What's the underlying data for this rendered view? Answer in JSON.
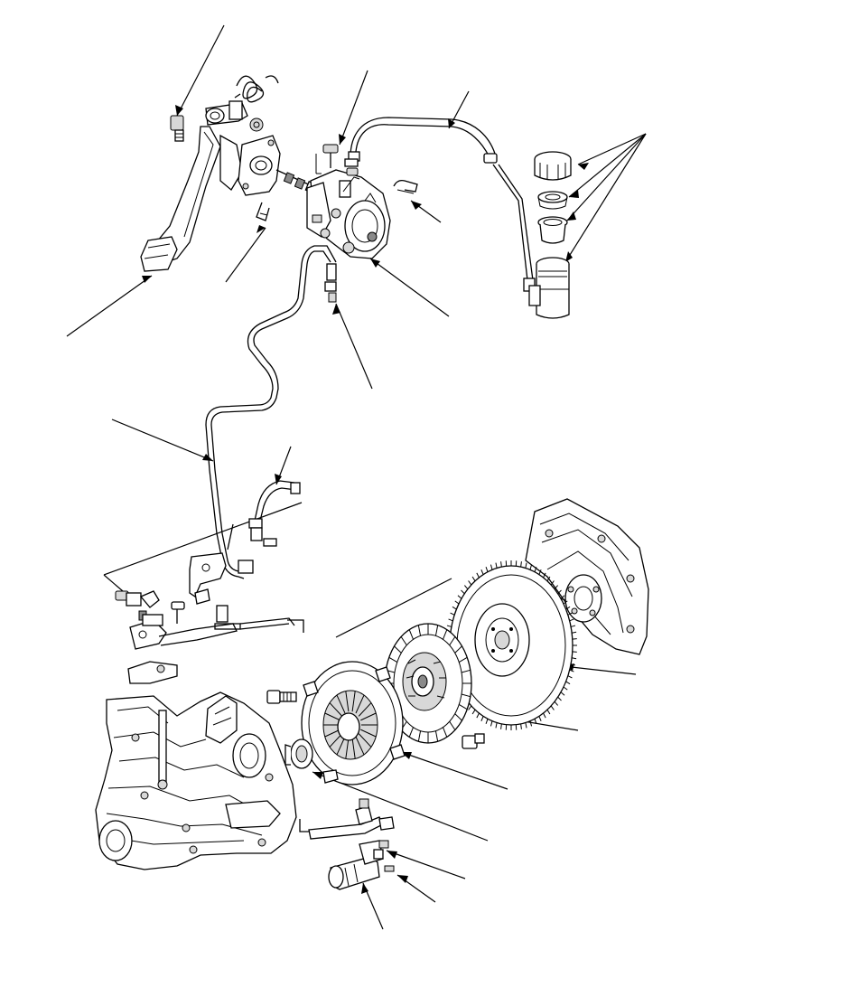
{
  "figure": {
    "type": "exploded-parts-diagram",
    "labels": [],
    "callout_count": 19
  },
  "parts": [
    "pedal-spring",
    "pedal-switch",
    "clutch-pedal",
    "pedal-bracket",
    "pedal-pad",
    "clip",
    "master-cylinder",
    "master-cylinder-pushrod",
    "reservoir-hose",
    "reservoir-cap",
    "reservoir-strainer",
    "reservoir-seal",
    "reservoir-tank",
    "clutch-line",
    "clutch-hose",
    "hose-bracket",
    "flywheel",
    "engine-block",
    "clutch-disc",
    "pressure-plate",
    "release-bearing",
    "release-fork",
    "slave-cylinder",
    "transmission-housing",
    "bolt",
    "bleeder",
    "mount-bracket"
  ]
}
